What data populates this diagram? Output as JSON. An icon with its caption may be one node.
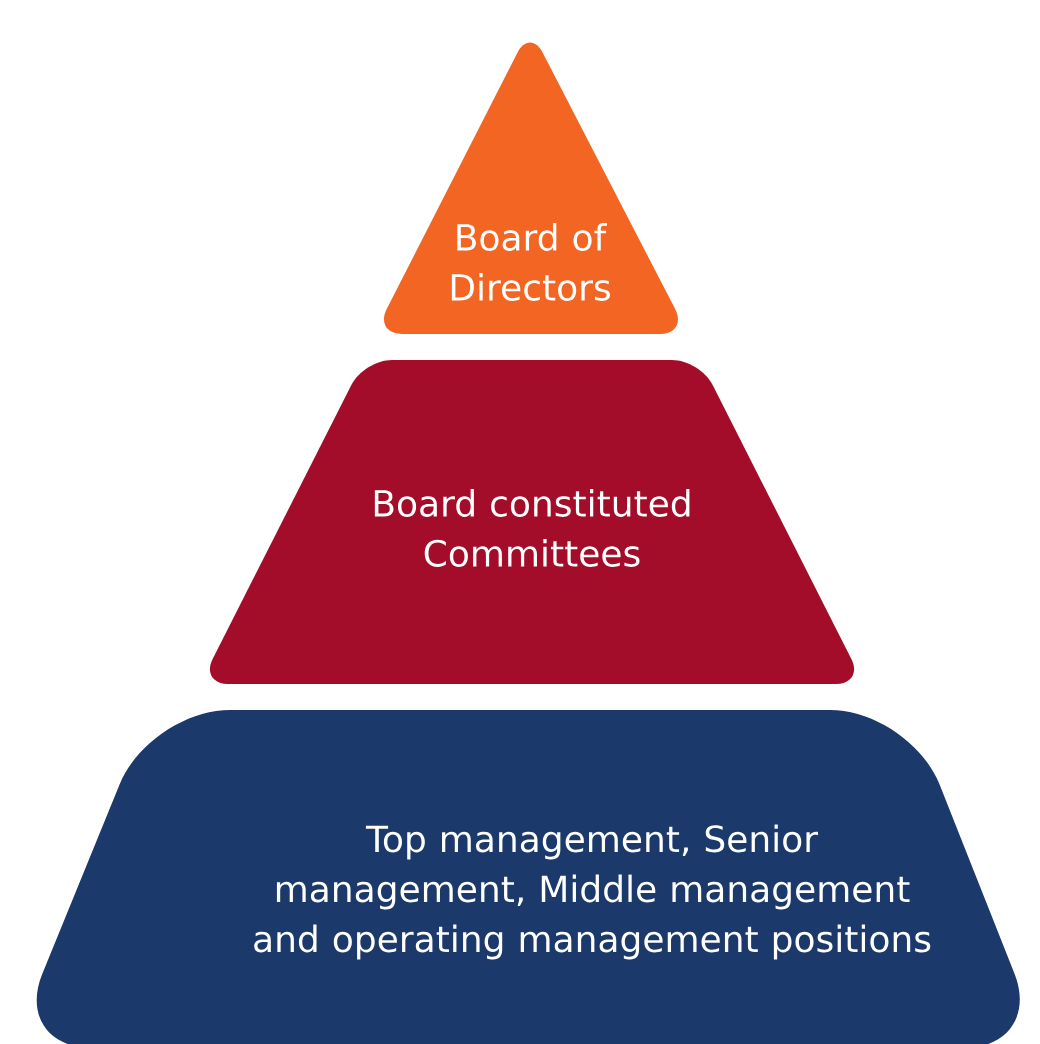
{
  "diagram": {
    "nodes": [
      {
        "text": [
          "Board of Directors"
        ]
      },
      {
        "text": [
          "Board constituted Committees"
        ]
      },
      {
        "text": [
          "Top management, Senior management, Middle management and operating management positions"
        ]
      }
    ]
  }
}
